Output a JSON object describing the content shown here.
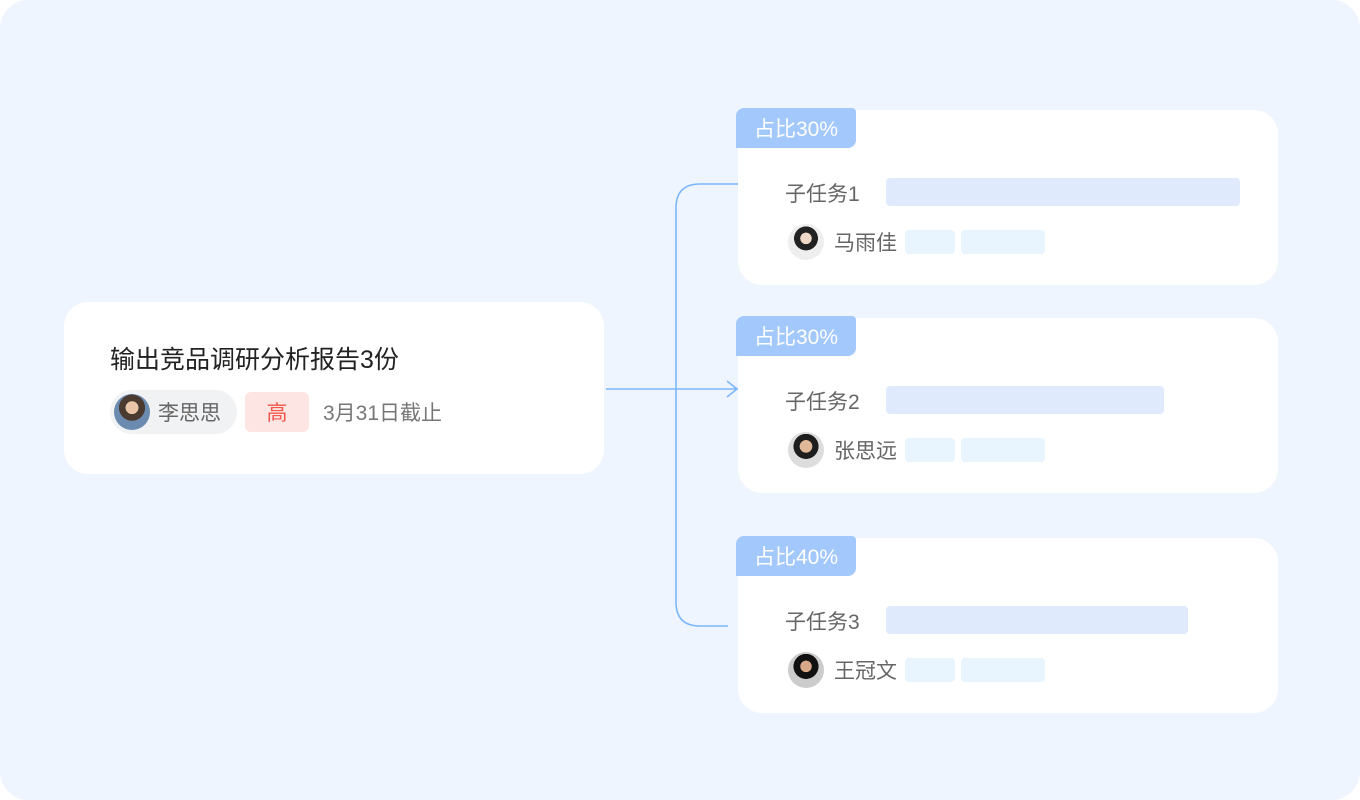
{
  "main_task": {
    "title": "输出竞品调研分析报告3份",
    "owner": "李思思",
    "priority": "高",
    "due": "3月31日截止"
  },
  "subtasks": [
    {
      "share": "占比30%",
      "label": "子任务1",
      "assignee": "马雨佳",
      "progress": 1.0
    },
    {
      "share": "占比30%",
      "label": "子任务2",
      "assignee": "张思远",
      "progress": 0.79
    },
    {
      "share": "占比40%",
      "label": "子任务3",
      "assignee": "王冠文",
      "progress": 0.85
    }
  ],
  "colors": {
    "background": "#eef5fe",
    "connector": "#7db7fb",
    "badge": "#a3c8fc",
    "priority_bg": "#fde5e3",
    "priority_text": "#f0574a"
  }
}
